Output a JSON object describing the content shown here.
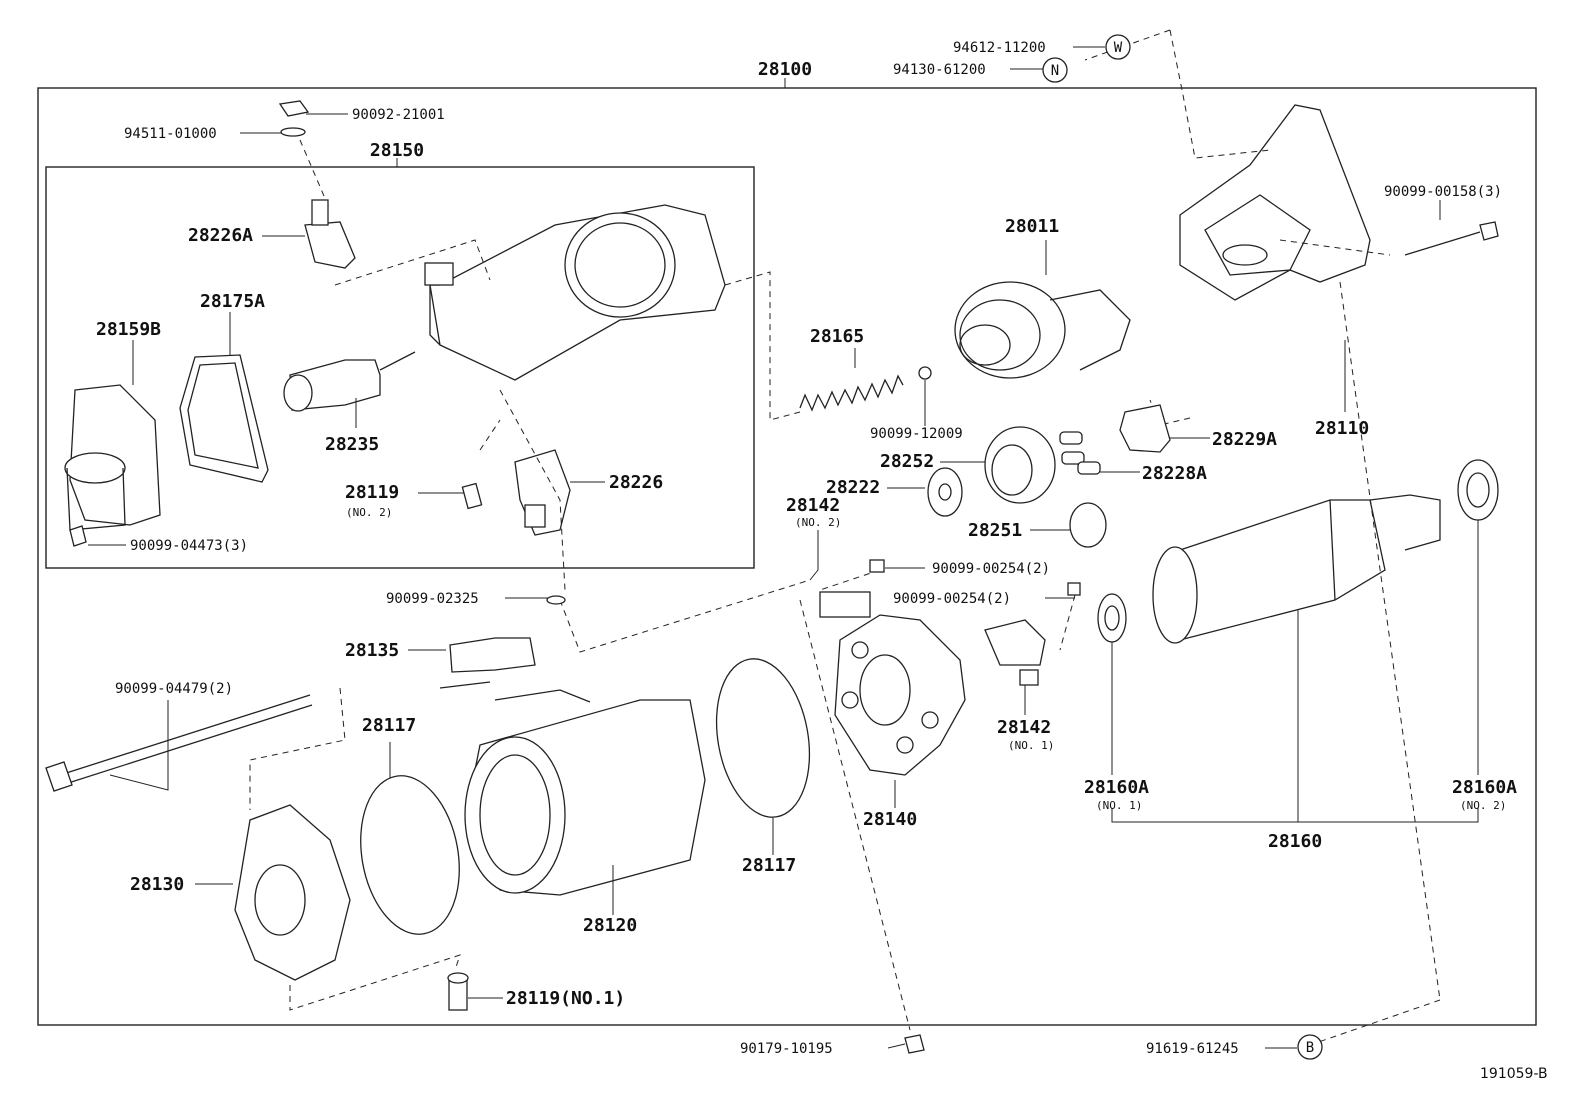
{
  "figure_id": "191059-B",
  "assembly": "28100",
  "sub_assembly": "28150",
  "circles": {
    "w": "W",
    "n": "N",
    "b": "B"
  },
  "parts": {
    "p94612_11200": "94612-11200",
    "p94130_61200": "94130-61200",
    "p90092_21001": "90092-21001",
    "p94511_01000": "94511-01000",
    "p28226A": "28226A",
    "p28175A": "28175A",
    "p28159B": "28159B",
    "p28235": "28235",
    "p28119_no2": "28119",
    "no2_a": "(NO. 2)",
    "p28226": "28226",
    "p90099_04473": "90099-04473(3)",
    "p28011": "28011",
    "p28165": "28165",
    "p90099_12009": "90099-12009",
    "p28110": "28110",
    "p90099_00158": "90099-00158(3)",
    "p28229A": "28229A",
    "p28228A": "28228A",
    "p28252": "28252",
    "p28222": "28222",
    "p28142_top": "28142",
    "no2_b": "(NO. 2)",
    "p28251": "28251",
    "p90099_00254_a": "90099-00254(2)",
    "p90099_00254_b": "90099-00254(2)",
    "p90099_02325": "90099-02325",
    "p28135": "28135",
    "p90099_04479": "90099-04479(2)",
    "p28117_left": "28117",
    "p28117_right": "28117",
    "p28130": "28130",
    "p28120": "28120",
    "p28140": "28140",
    "p28142_bottom": "28142",
    "no1_a": "(NO. 1)",
    "p28160A_no1": "28160A",
    "no1_b": "(NO. 1)",
    "p28160A_no2": "28160A",
    "no2_c": "(NO. 2)",
    "p28160": "28160",
    "p28119_no1": "28119(NO.1)",
    "p90179_10195": "90179-10195",
    "p91619_61245": "91619-61245"
  }
}
